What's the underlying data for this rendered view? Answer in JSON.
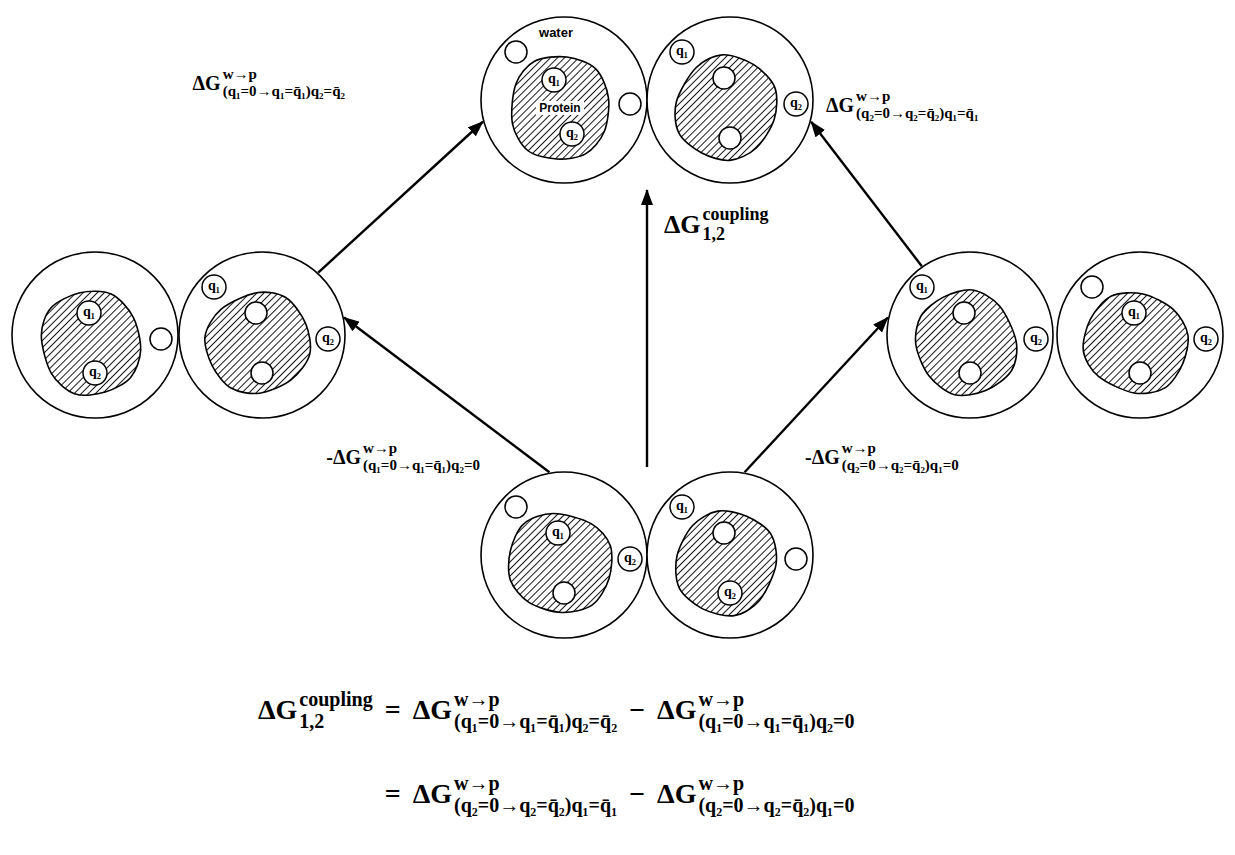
{
  "diagram": {
    "nodes": [
      {
        "text": [
          "water"
        ]
      },
      {
        "text": [
          "Protein"
        ],
        "in": 0
      },
      {
        "text": [
          "q₁"
        ],
        "in": 1
      },
      {
        "text": [
          "q₂"
        ],
        "in": 1
      },
      {
        "text": []
      },
      {
        "text": [
          "q₁"
        ],
        "in": 4
      },
      {
        "text": [
          "q₂"
        ],
        "in": 4
      },
      {
        "text": []
      },
      {
        "text": [
          "q₁"
        ],
        "in": 7
      },
      {
        "text": [
          "q₂"
        ],
        "in": 7
      },
      {
        "text": []
      },
      {
        "text": [
          "q₁"
        ],
        "in": 10
      },
      {
        "text": [
          "q₂"
        ],
        "in": 10
      },
      {
        "text": []
      },
      {
        "text": [
          "q₁"
        ],
        "in": 13
      },
      {
        "text": [
          "q₂"
        ],
        "in": 13
      },
      {
        "text": []
      },
      {
        "text": [
          "q₁"
        ],
        "in": 16
      },
      {
        "text": [
          "q₂"
        ],
        "in": 16
      },
      {
        "text": []
      },
      {
        "text": [
          "q₁"
        ],
        "in": 19
      },
      {
        "text": [
          "q₂"
        ],
        "in": 19
      },
      {
        "text": []
      },
      {
        "text": [
          "q₁"
        ],
        "in": 22
      },
      {
        "text": [
          "q₂"
        ],
        "in": 22
      }
    ],
    "edges": [
      {
        "from": 19,
        "to": 10,
        "arrow": "to"
      },
      {
        "from": 10,
        "to": 0,
        "arrow": "to"
      },
      {
        "from": 22,
        "to": 13,
        "arrow": "to"
      },
      {
        "from": 13,
        "to": 4,
        "arrow": "to"
      },
      {
        "from": 19,
        "to": 0,
        "arrow": "to"
      }
    ],
    "labels": [
      "ΔG",
      "w→p",
      "(q₁=0→q₁=q̄₁)q₂=q̄₂",
      "ΔG",
      "w→p",
      "(q₂=0→q₂=q̄₂)q₁=q̄₁",
      "ΔG",
      "coupling",
      "1,2",
      "-ΔG",
      "w→p",
      "(q₁=0→q₁=q̄₁)q₂=0",
      "-ΔG",
      "w→p",
      "(q₂=0→q₂=q̄₂)q₁=0",
      "ΔG",
      "coupling",
      "1,2",
      "=",
      "ΔG",
      "w→p",
      "(q₁=0→q₁=q̄₁)q₂=q̄₂",
      "−",
      "ΔG",
      "w→p",
      "(q₁=0→q₁=q̄₁)q₂=0",
      "=",
      "ΔG",
      "w→p",
      "(q₂=0→q₂=q̄₂)q₁=q̄₁",
      "−",
      "ΔG",
      "w→p",
      "(q₂=0→q₂=q̄₂)q₁=0"
    ]
  }
}
